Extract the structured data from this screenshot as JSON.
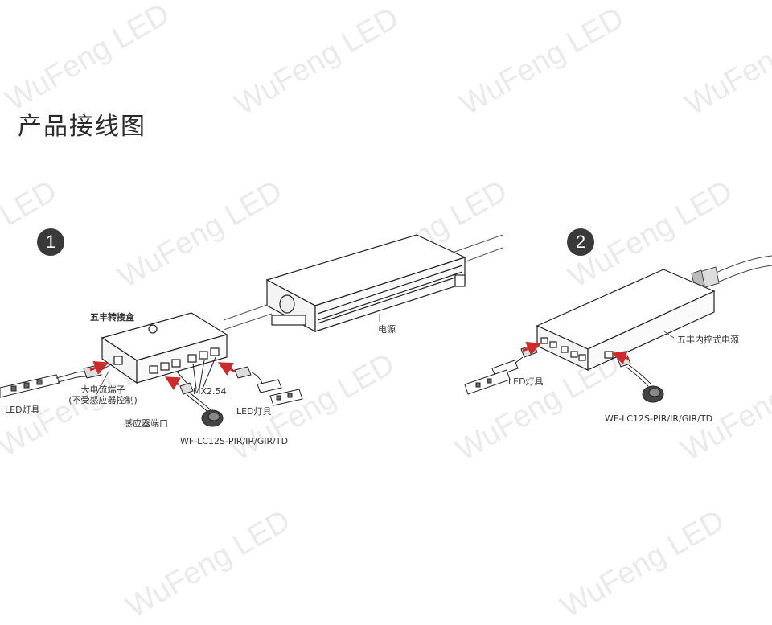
{
  "title": "产品接线图",
  "watermark": "WuFeng LED",
  "colors": {
    "badge": "#3a3a3a",
    "arrow": "#cc2b2b",
    "line": "#222222"
  },
  "steps": {
    "one": "1",
    "two": "2"
  },
  "diagram1": {
    "junction_box": "五丰转接盒",
    "power_supply": "电源",
    "high_current_terminal_line1": "大电流端子",
    "high_current_terminal_line2": "(不受感应器控制)",
    "led_light_left": "LED灯具",
    "mx_connector": "MX2.54",
    "led_light_right": "LED灯具",
    "sensor_port": "感应器端口",
    "sensor_model": "WF-LC12S-PIR/IR/GIR/TD"
  },
  "diagram2": {
    "power_supply": "五丰内控式电源",
    "led_light": "LED灯具",
    "sensor_model": "WF-LC12S-PIR/IR/GIR/TD"
  }
}
